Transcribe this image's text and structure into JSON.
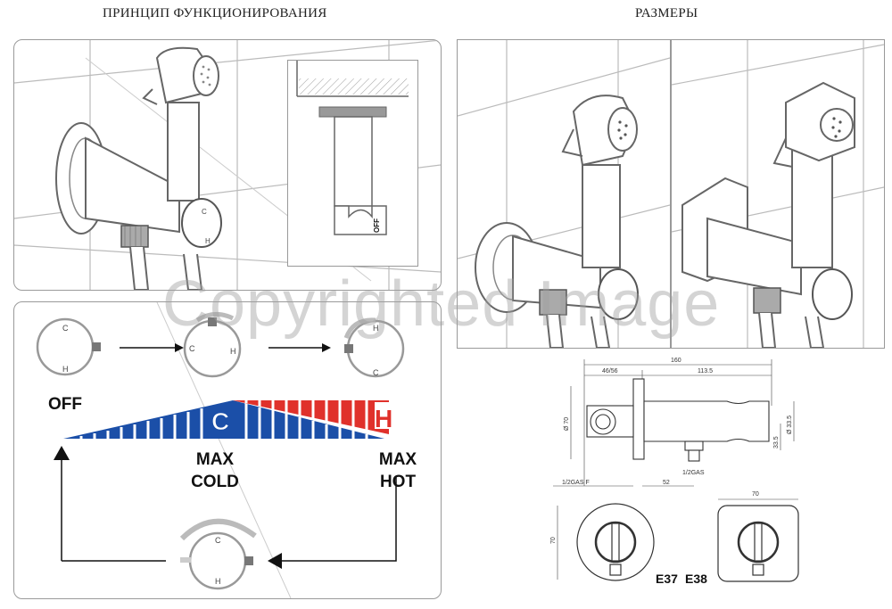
{
  "headings": {
    "left": "ПРИНЦИП ФУНКЦИОНИРОВАНИЯ",
    "right": "РАЗМЕРЫ"
  },
  "handle_letters": {
    "cold": "C",
    "hot": "H"
  },
  "inset_label": "OFF",
  "bar_letters": {
    "cold": "C",
    "hot": "H"
  },
  "labels": {
    "off": "OFF",
    "max_cold_line1": "MAX",
    "max_cold_line2": "COLD",
    "max_hot_line1": "MAX",
    "max_hot_line2": "HOT"
  },
  "colors": {
    "cold": "#1b4fa8",
    "hot": "#e0312b",
    "line": "#999999"
  },
  "dimensions": {
    "total_length": "160",
    "flange_depth": "46/56",
    "body_length": "113.5",
    "flange_dia": "Ø 70",
    "holder_dia": "Ø 33.5",
    "holder_offset": "33.5",
    "inlet_thread": "1/2GAS F",
    "outlet_offset": "52",
    "outlet_thread": "1/2GAS",
    "front_height": "70",
    "front_width": "70"
  },
  "models": {
    "round": "E37",
    "square": "E38"
  },
  "watermark": "Copyrighted Image"
}
